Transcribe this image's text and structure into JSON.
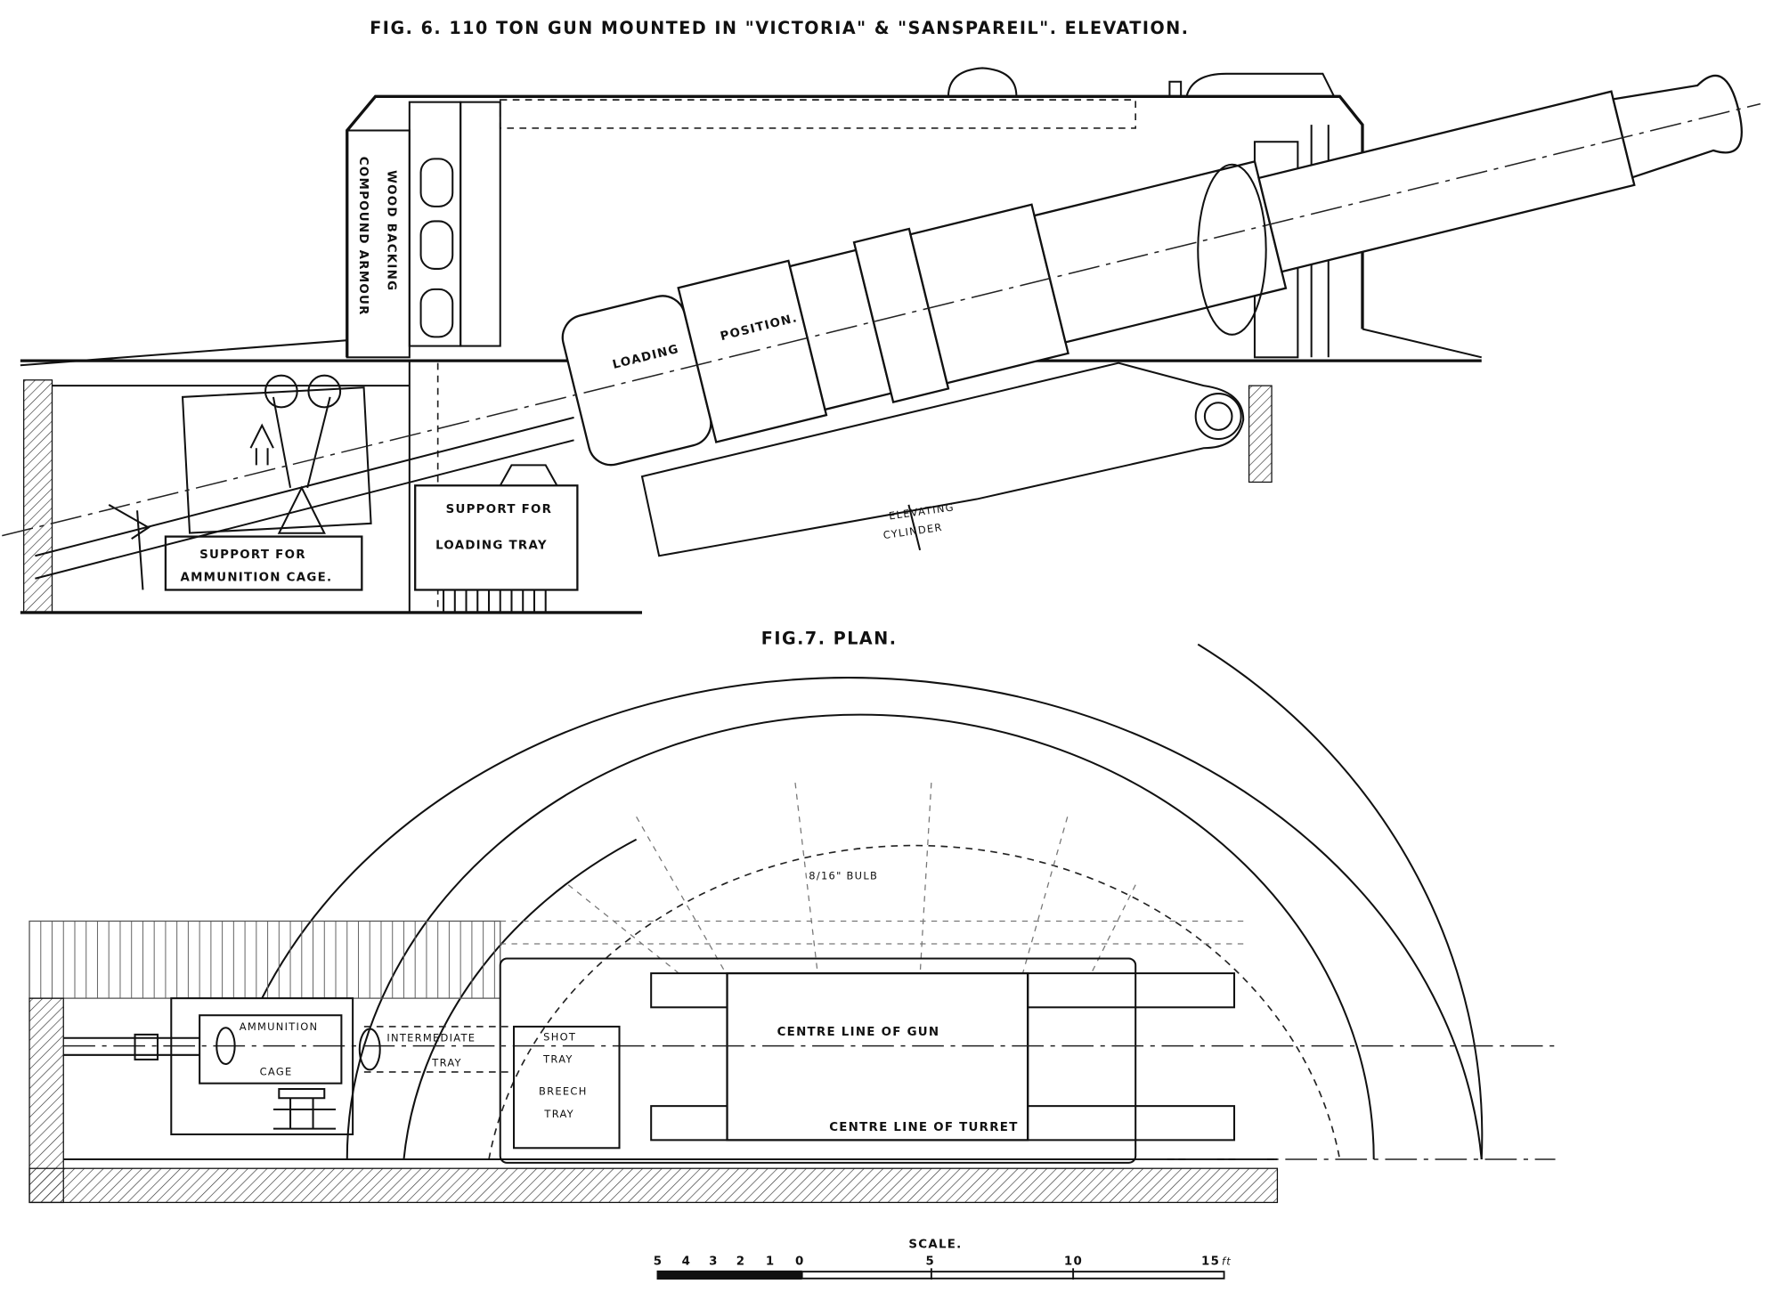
{
  "elevation": {
    "title": "FIG. 6.  110  TON GUN MOUNTED IN \"VICTORIA\" & \"SANSPAREIL\".   ELEVATION.",
    "labels": {
      "compound_armour": "COMPOUND ARMOUR",
      "wood_backing": "WOOD BACKING",
      "loading": "LOADING",
      "position": "POSITION.",
      "support_ammo_1": "SUPPORT FOR",
      "support_ammo_2": "AMMUNITION CAGE.",
      "support_tray_1": "SUPPORT FOR",
      "support_tray_2": "LOADING TRAY",
      "elevating_1": "ELEVATING",
      "elevating_2": "CYLINDER"
    }
  },
  "plan": {
    "title": "FIG.7.    PLAN.",
    "labels": {
      "bulb": "8/16\" BULB",
      "ammo_1": "AMMUNITION",
      "ammo_2": "CAGE",
      "intermediate_1": "INTERMEDIATE",
      "intermediate_2": "TRAY",
      "shot_1": "SHOT",
      "shot_2": "TRAY",
      "breech_1": "BREECH",
      "breech_2": "TRAY",
      "centre_gun": "CENTRE LINE OF GUN",
      "centre_turret": "CENTRE LINE OF TURRET"
    }
  },
  "scale": {
    "title": "SCALE.",
    "ticks": [
      "5",
      "4",
      "3",
      "2",
      "1",
      "0",
      "5",
      "10",
      "15"
    ],
    "unit": "ft"
  }
}
